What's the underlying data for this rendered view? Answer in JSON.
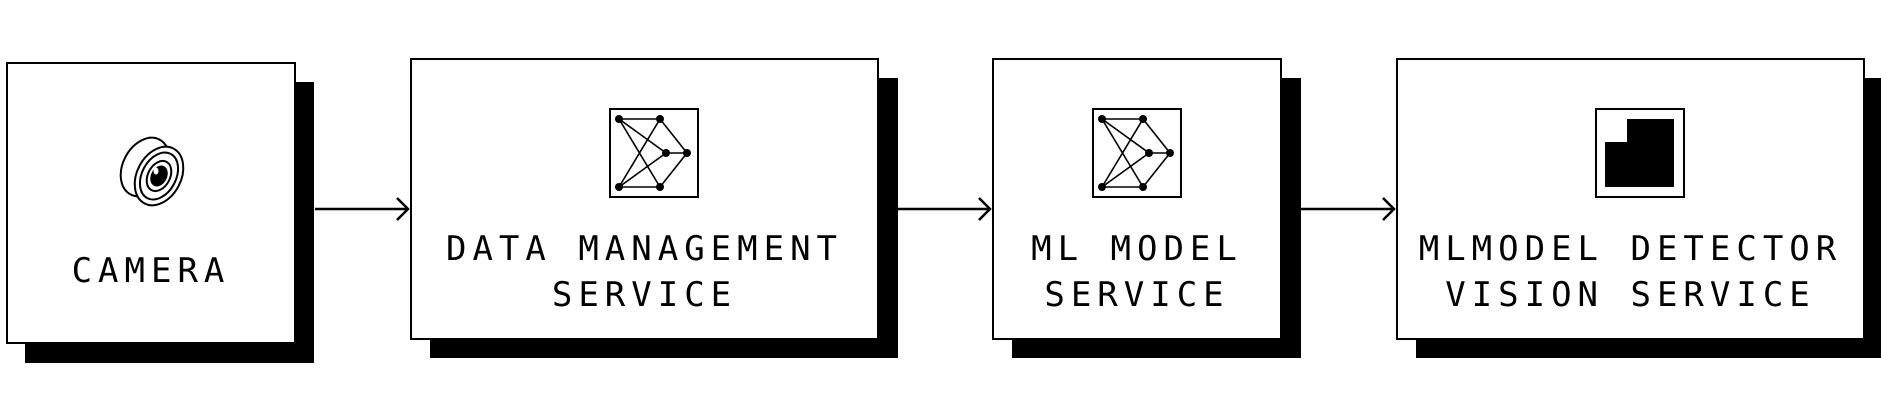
{
  "nodes": [
    {
      "id": "camera",
      "label_lines": [
        "CAMERA"
      ],
      "icon": "camera-icon"
    },
    {
      "id": "data-management-service",
      "label_lines": [
        "DATA MANAGEMENT",
        "SERVICE"
      ],
      "icon": "network-icon"
    },
    {
      "id": "ml-model-service",
      "label_lines": [
        "ML MODEL",
        "SERVICE"
      ],
      "icon": "network-icon"
    },
    {
      "id": "mlmodel-detector-vision-service",
      "label_lines": [
        "MLMODEL DETECTOR",
        "VISION SERVICE"
      ],
      "icon": "vision-icon"
    }
  ],
  "edges": [
    {
      "from": "camera",
      "to": "data-management-service"
    },
    {
      "from": "data-management-service",
      "to": "ml-model-service"
    },
    {
      "from": "ml-model-service",
      "to": "mlmodel-detector-vision-service"
    }
  ],
  "colors": {
    "stroke": "#000000",
    "fill": "#ffffff",
    "shadow": "#000000"
  }
}
